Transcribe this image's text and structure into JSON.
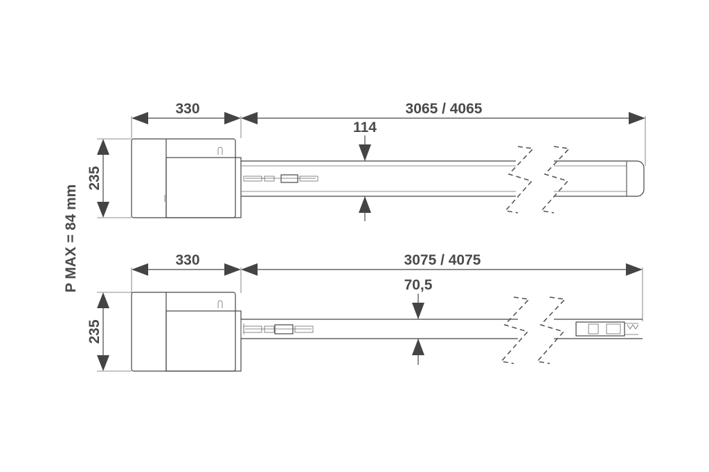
{
  "side_label": "P MAX = 84 mm",
  "top_opener": {
    "motor_width": "330",
    "rail_length": "3065 / 4065",
    "rail_height": "114",
    "motor_height": "235"
  },
  "bottom_opener": {
    "motor_width": "330",
    "rail_length": "3075 / 4075",
    "rail_height": "70,5",
    "motor_height": "235"
  },
  "colors": {
    "line": "#444444",
    "text": "#4a4a4a",
    "background": "#ffffff"
  }
}
